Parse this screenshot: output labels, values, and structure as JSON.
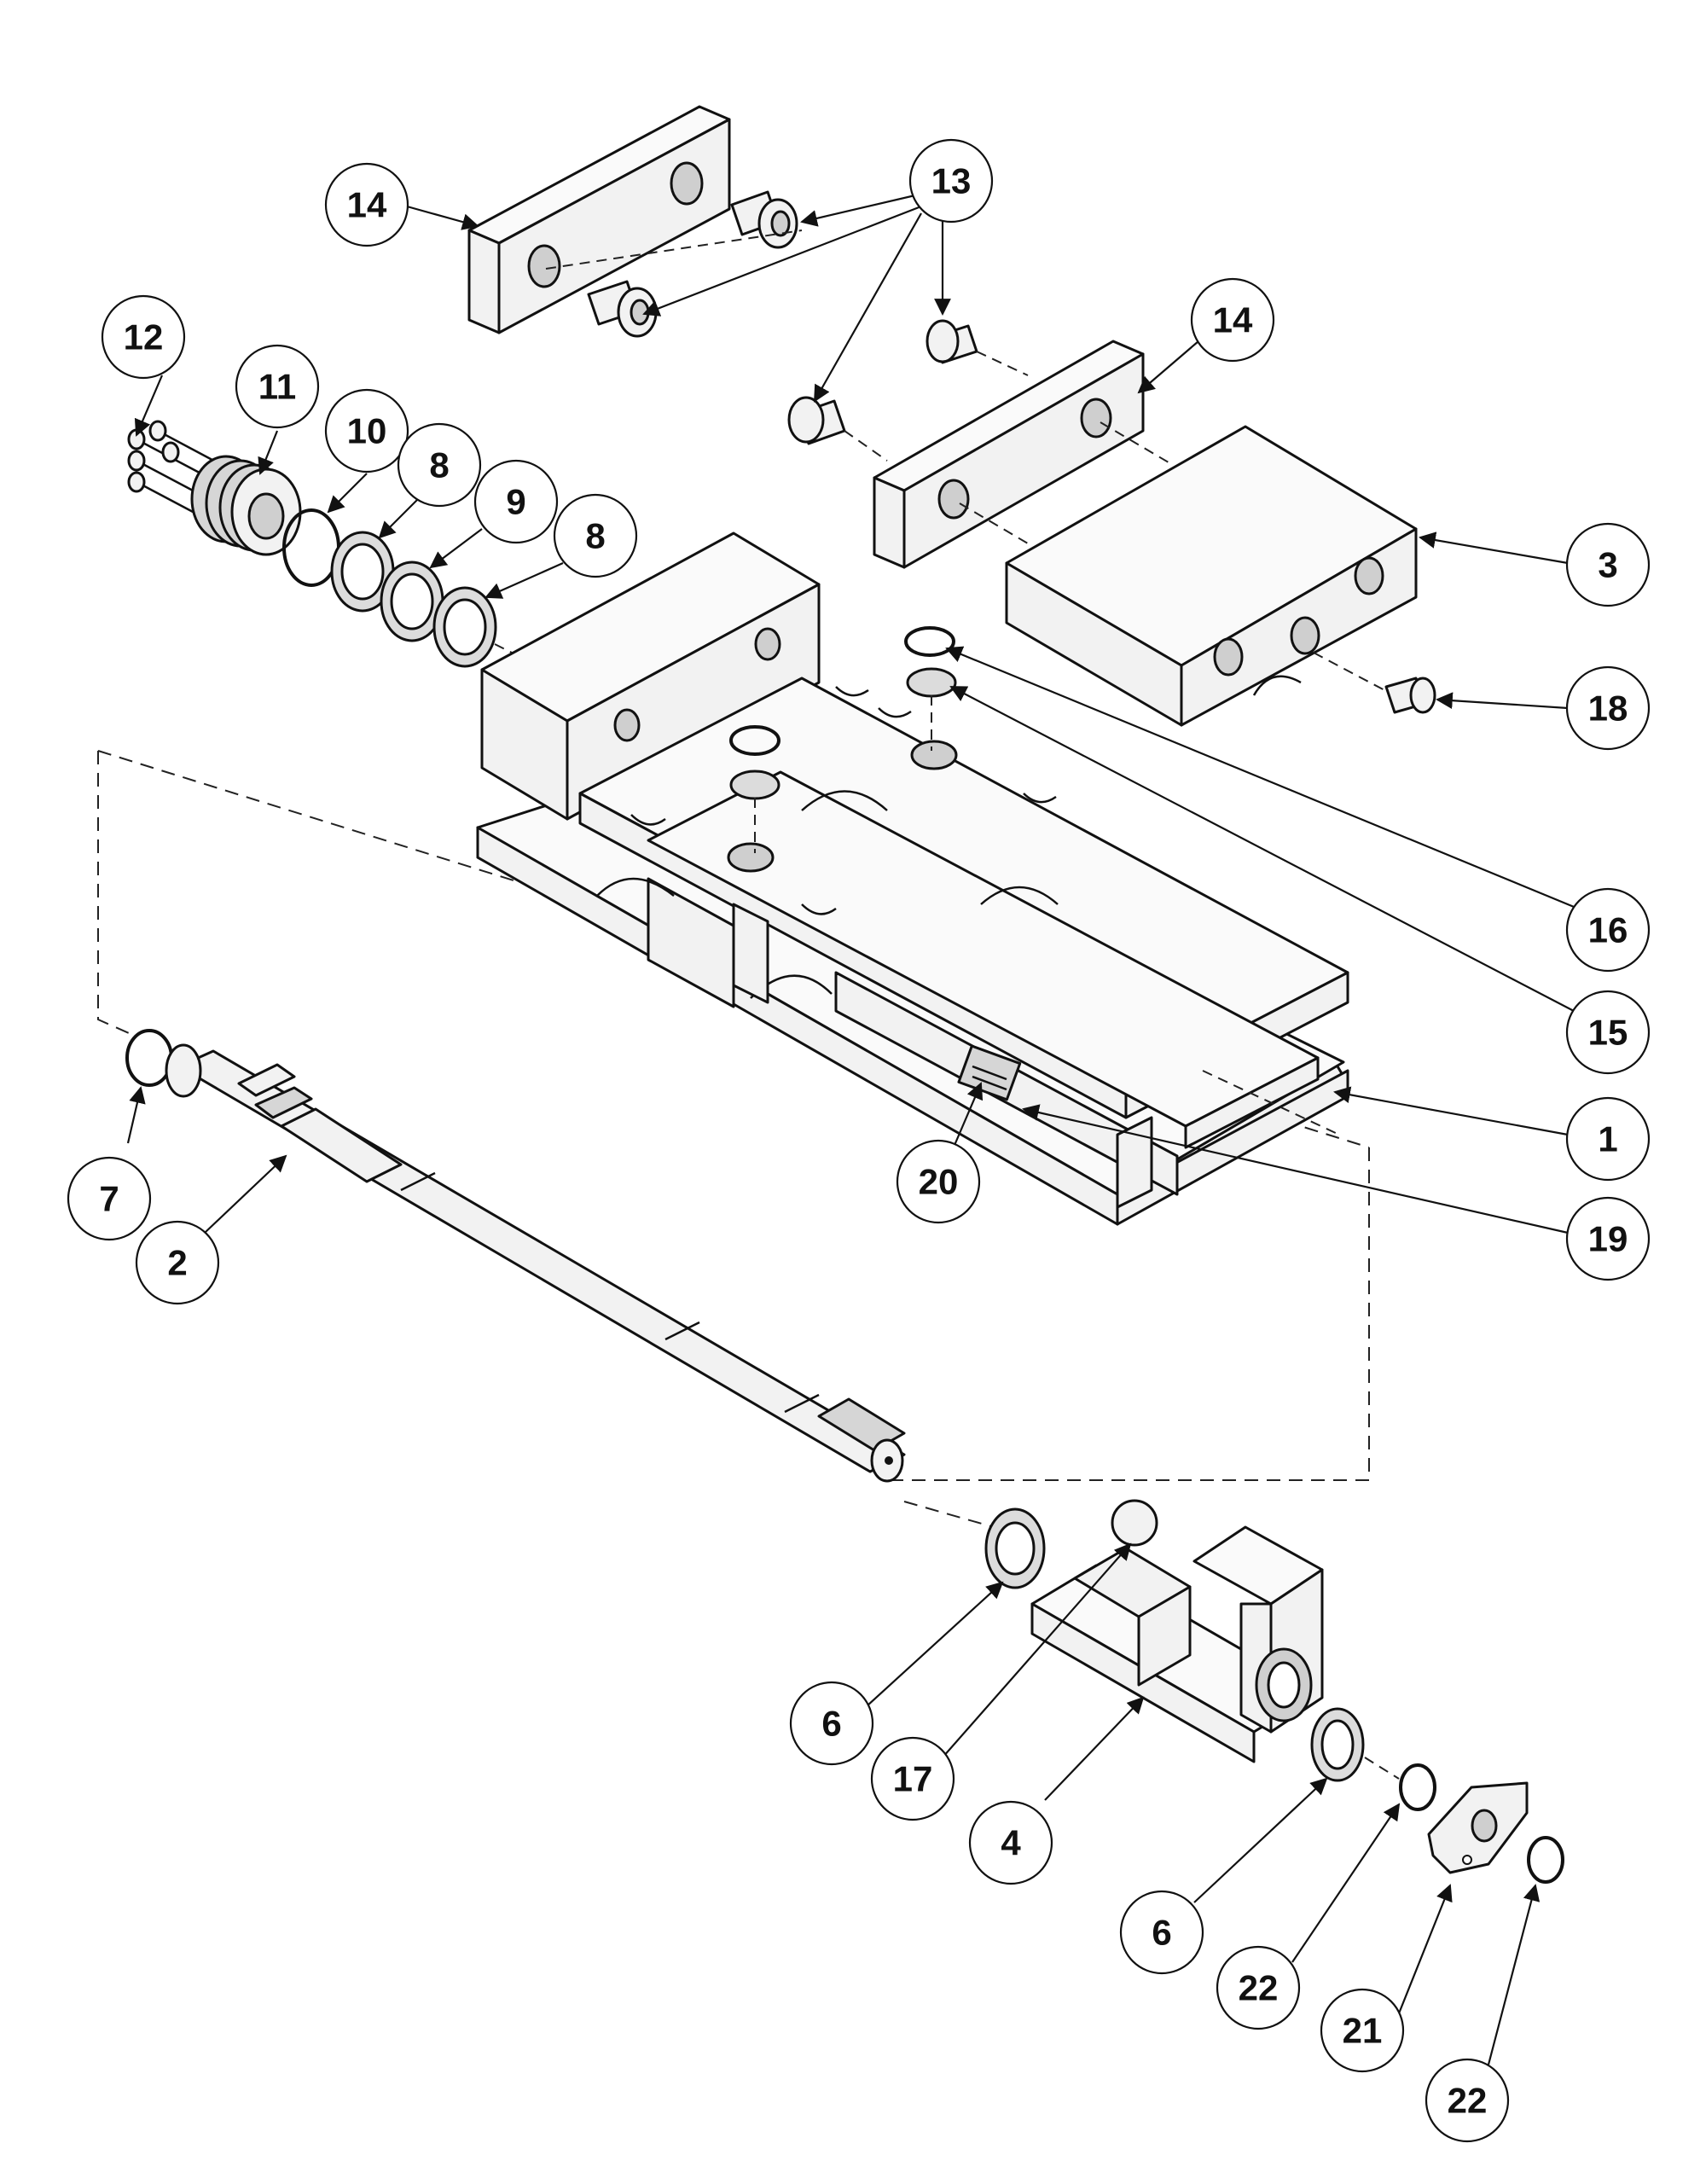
{
  "callouts": {
    "c1": "1",
    "c2": "2",
    "c3": "3",
    "c4": "4",
    "c6a": "6",
    "c6b": "6",
    "c7": "7",
    "c8a": "8",
    "c8b": "8",
    "c9": "9",
    "c10": "10",
    "c11": "11",
    "c12": "12",
    "c13": "13",
    "c14a": "14",
    "c14b": "14",
    "c15": "15",
    "c16": "16",
    "c17": "17",
    "c18": "18",
    "c19": "19",
    "c20": "20",
    "c21": "21",
    "c22a": "22",
    "c22b": "22"
  }
}
